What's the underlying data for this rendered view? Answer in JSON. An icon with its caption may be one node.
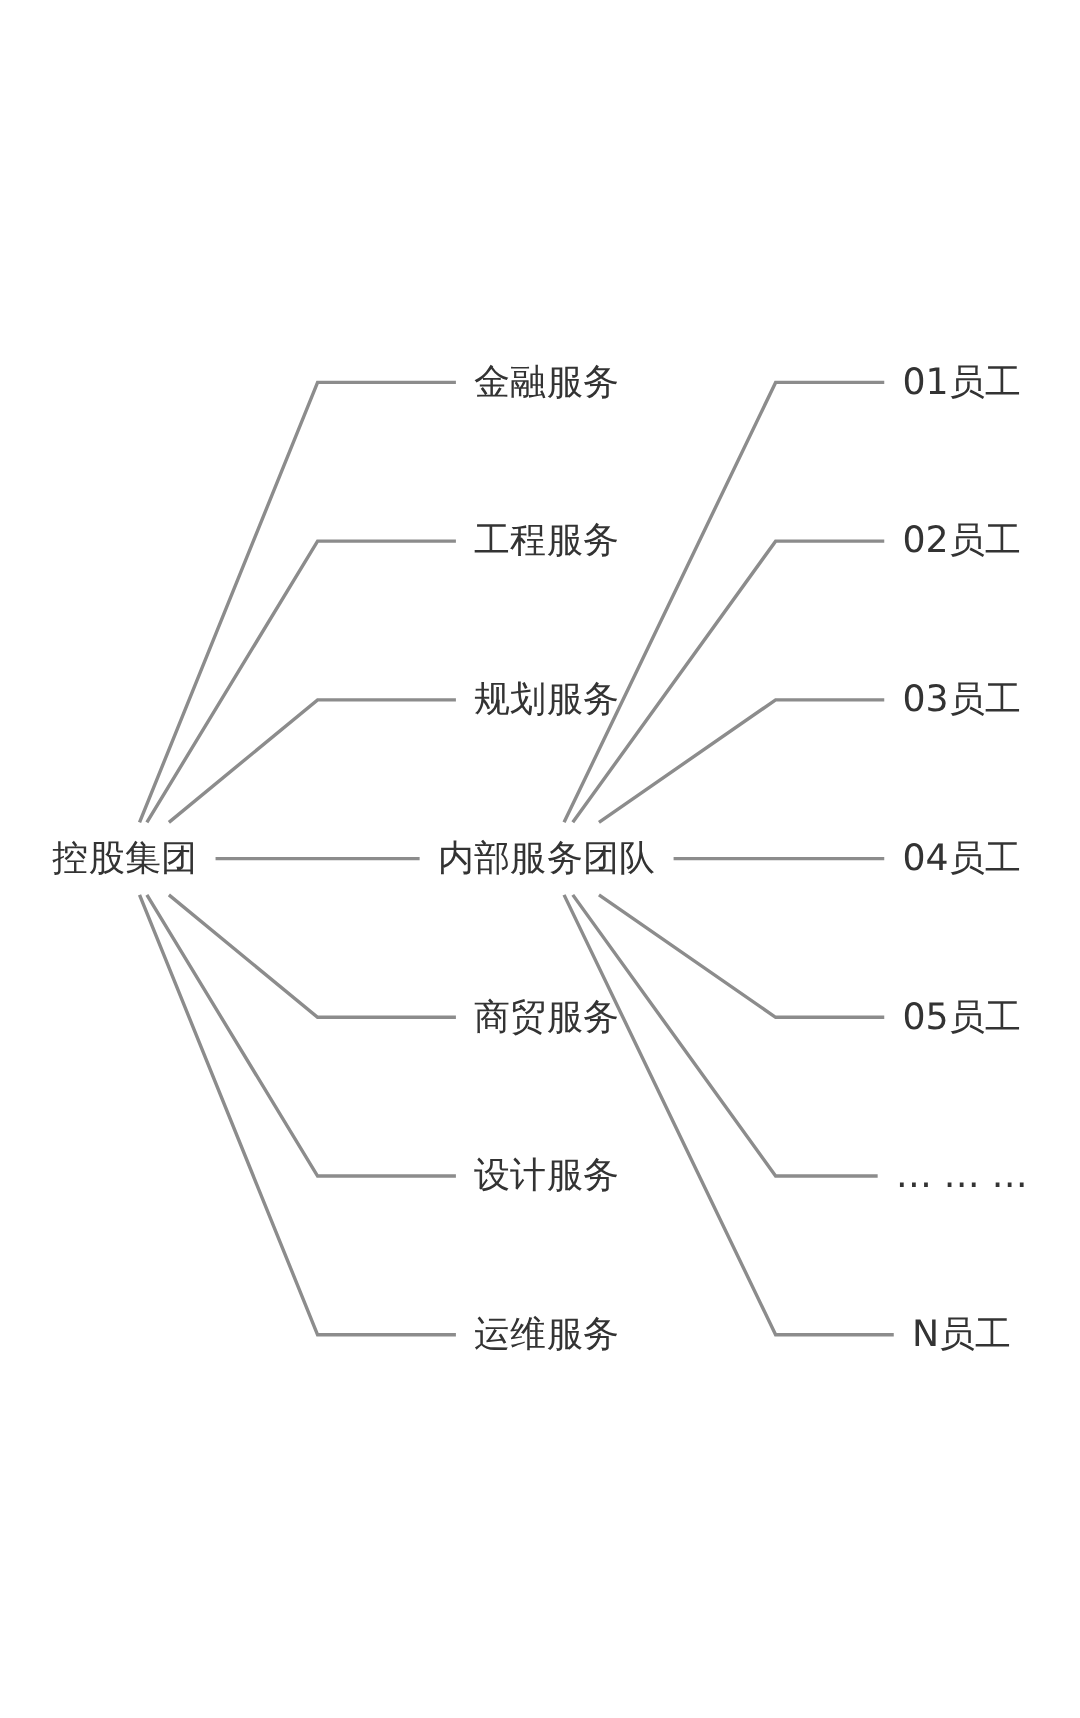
{
  "diagram": {
    "nodes": [
      {
        "text": [
          "控股集团"
        ]
      },
      {
        "text": [
          "金融服务"
        ]
      },
      {
        "text": [
          "工程服务"
        ]
      },
      {
        "text": [
          "规划服务"
        ]
      },
      {
        "text": [
          "内部服务团队"
        ]
      },
      {
        "text": [
          "商贸服务"
        ]
      },
      {
        "text": [
          "设计服务"
        ]
      },
      {
        "text": [
          "运维服务"
        ]
      },
      {
        "text": [
          "01员工"
        ]
      },
      {
        "text": [
          "02员工"
        ]
      },
      {
        "text": [
          "03员工"
        ]
      },
      {
        "text": [
          "04员工"
        ]
      },
      {
        "text": [
          "05员工"
        ]
      },
      {
        "text": [
          "… … …"
        ]
      },
      {
        "text": [
          "N员工"
        ]
      }
    ],
    "edges": [
      {
        "from": 0,
        "to": 1,
        "arrow": "none"
      },
      {
        "from": 0,
        "to": 2,
        "arrow": "none"
      },
      {
        "from": 0,
        "to": 3,
        "arrow": "none"
      },
      {
        "from": 0,
        "to": 4,
        "arrow": "none"
      },
      {
        "from": 0,
        "to": 5,
        "arrow": "none"
      },
      {
        "from": 0,
        "to": 6,
        "arrow": "none"
      },
      {
        "from": 0,
        "to": 7,
        "arrow": "none"
      },
      {
        "from": 4,
        "to": 8,
        "arrow": "none"
      },
      {
        "from": 4,
        "to": 9,
        "arrow": "none"
      },
      {
        "from": 4,
        "to": 10,
        "arrow": "none"
      },
      {
        "from": 4,
        "to": 11,
        "arrow": "none"
      },
      {
        "from": 4,
        "to": 12,
        "arrow": "none"
      },
      {
        "from": 4,
        "to": 13,
        "arrow": "none"
      },
      {
        "from": 4,
        "to": 14,
        "arrow": "none"
      }
    ]
  }
}
